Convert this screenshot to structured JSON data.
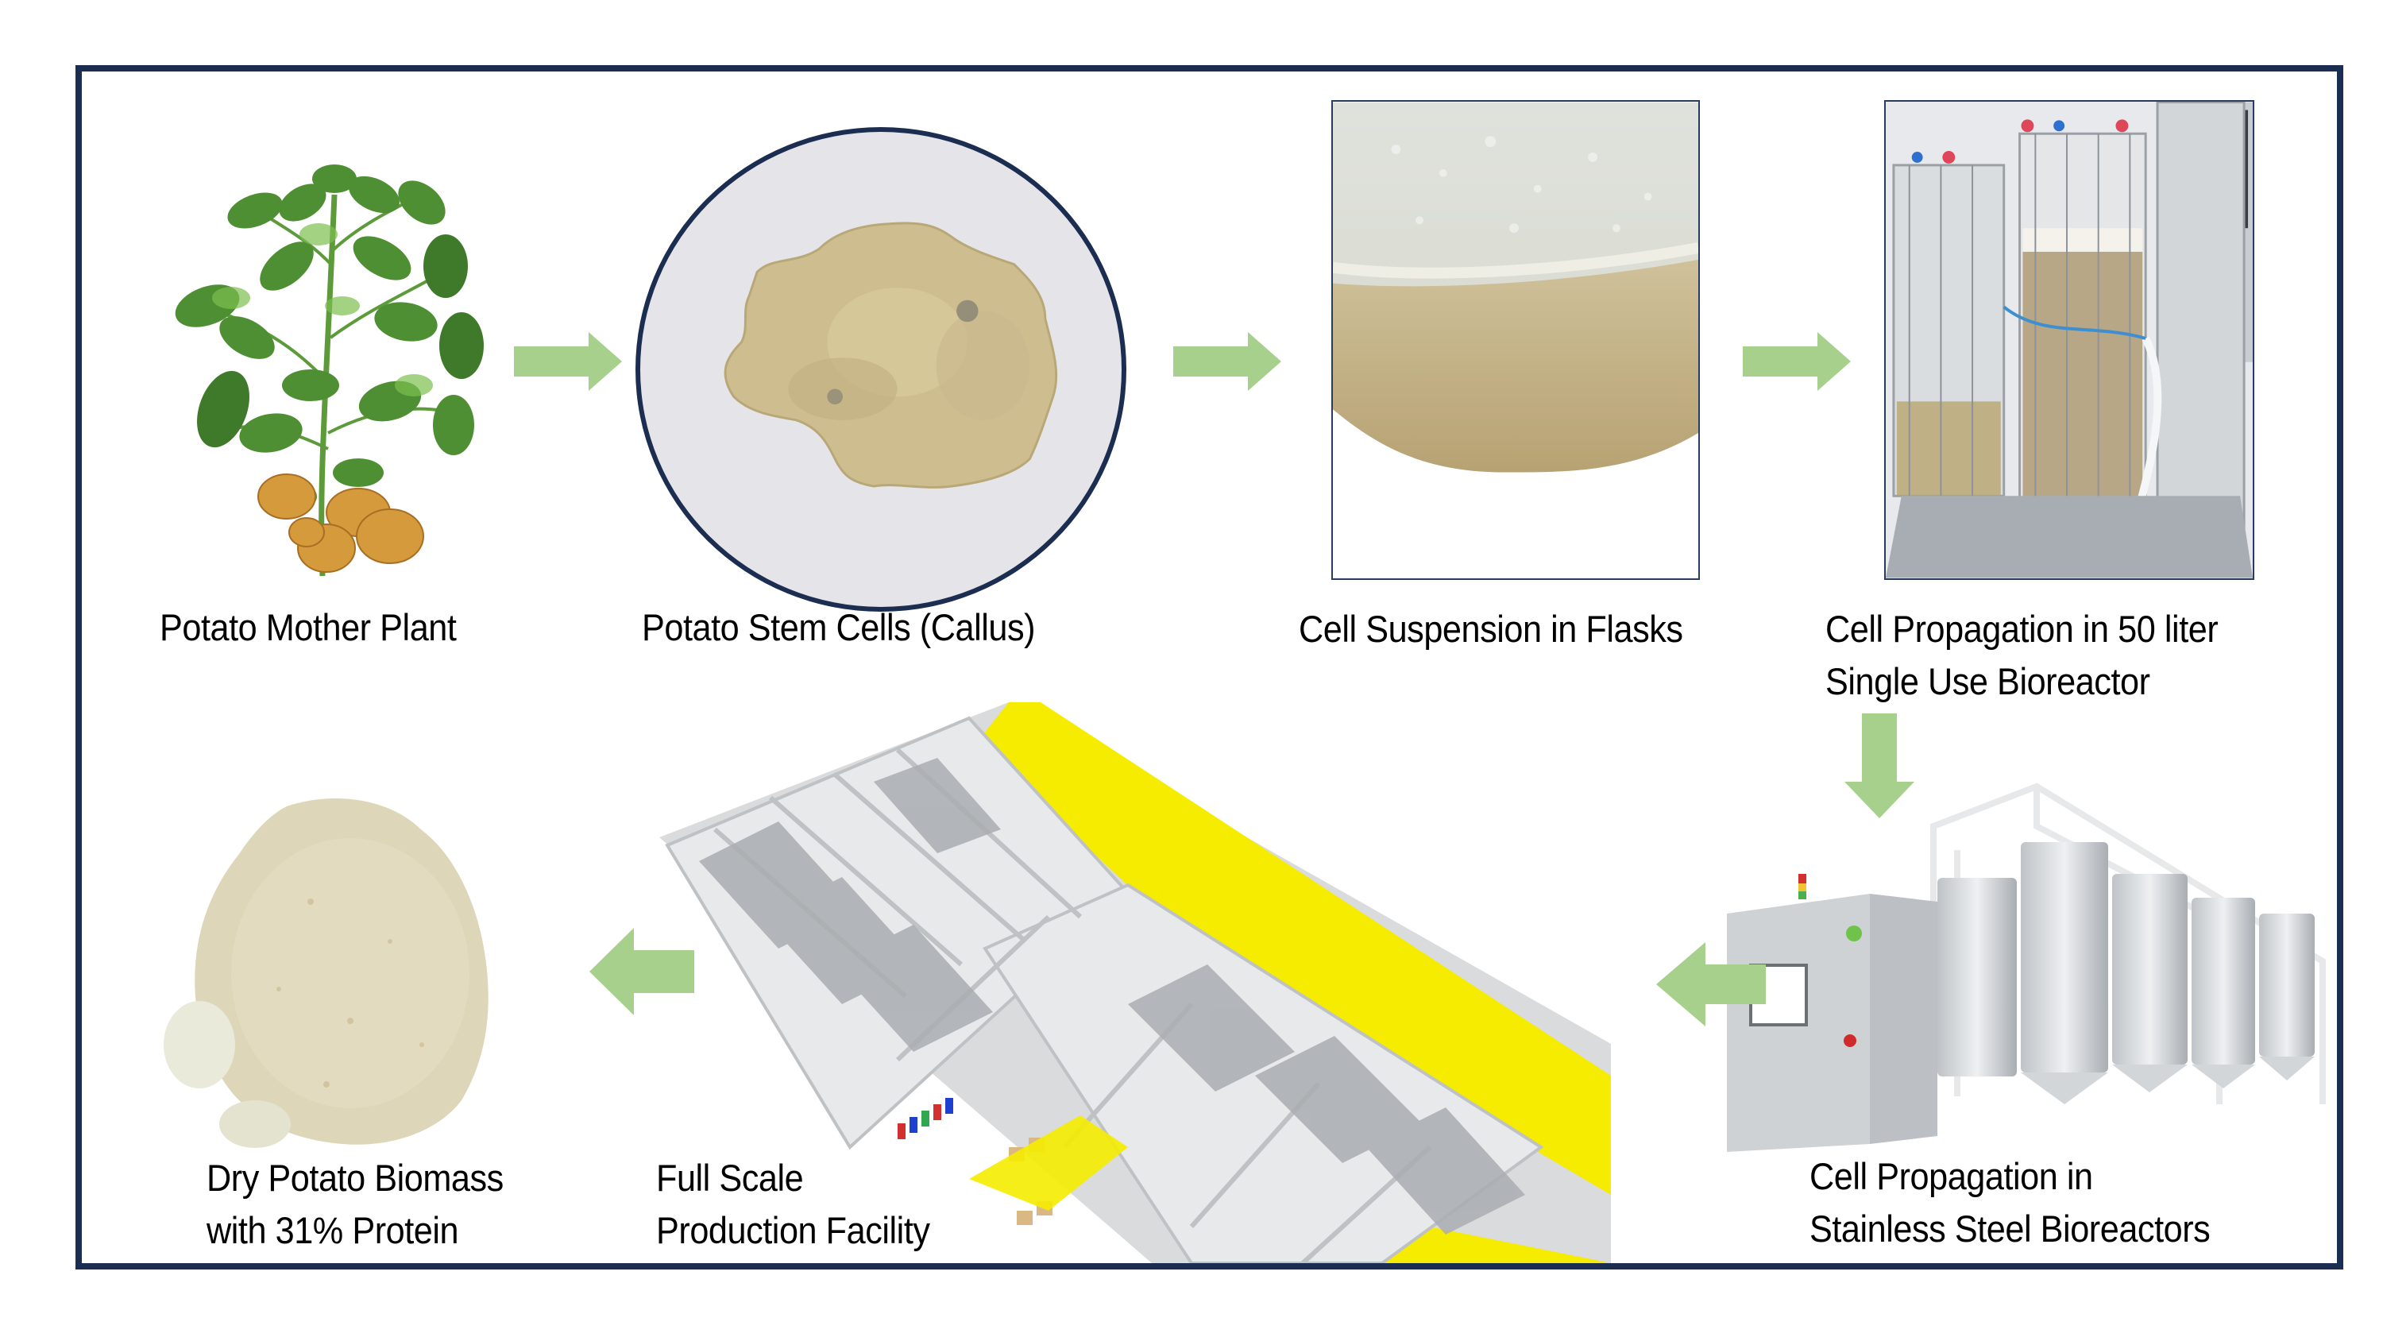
{
  "figure": {
    "title": "Potato cell culture production process",
    "frame_color": "#1b2d50",
    "arrow_color": "#a8d08d"
  },
  "steps": [
    {
      "id": "mother-plant",
      "label_lines": [
        "Potato Mother Plant"
      ],
      "image": "potato-plant-with-tubers"
    },
    {
      "id": "stem-cells",
      "label_lines": [
        "Potato Stem Cells (Callus)"
      ],
      "image": "callus-in-circle"
    },
    {
      "id": "flask",
      "label_lines": [
        "Cell Suspension in Flasks"
      ],
      "image": "flask-suspension-photo"
    },
    {
      "id": "single-use-bioreactor",
      "label_lines": [
        "Cell Propagation in 50 liter",
        "Single Use Bioreactor"
      ],
      "image": "single-use-bioreactor-photo"
    },
    {
      "id": "steel-bioreactors",
      "label_lines": [
        "Cell Propagation in",
        "Stainless Steel Bioreactors"
      ],
      "image": "stainless-steel-bioreactors-render"
    },
    {
      "id": "facility",
      "label_lines": [
        "Full Scale",
        "Production Facility"
      ],
      "image": "production-facility-render"
    },
    {
      "id": "dry-biomass",
      "label_lines": [
        "Dry Potato Biomass",
        "with 31% Protein"
      ],
      "image": "dry-potato-powder"
    }
  ],
  "arrows": [
    {
      "from": "mother-plant",
      "to": "stem-cells",
      "direction": "right"
    },
    {
      "from": "stem-cells",
      "to": "flask",
      "direction": "right"
    },
    {
      "from": "flask",
      "to": "single-use-bioreactor",
      "direction": "right"
    },
    {
      "from": "single-use-bioreactor",
      "to": "steel-bioreactors",
      "direction": "down"
    },
    {
      "from": "steel-bioreactors",
      "to": "facility",
      "direction": "left"
    },
    {
      "from": "facility",
      "to": "dry-biomass",
      "direction": "left"
    }
  ]
}
